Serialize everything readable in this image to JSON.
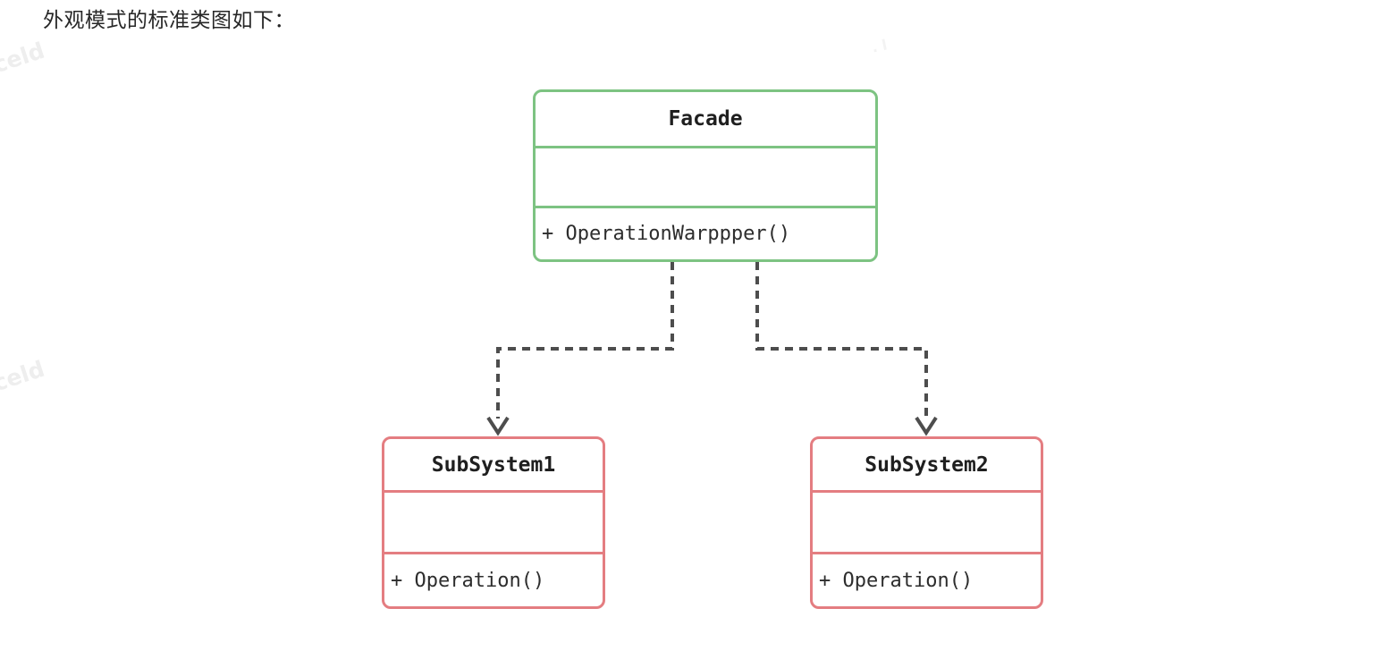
{
  "page": {
    "title": "外观模式的标准类图如下："
  },
  "watermarks": [
    {
      "text": "celd"
    },
    {
      "text": "celd"
    },
    {
      "text": ". l"
    }
  ],
  "diagram": {
    "type": "uml-class-diagram",
    "pattern": "Facade",
    "arrow_color": "#4d4d4d",
    "classes": [
      {
        "name": "Facade",
        "attributes": "",
        "methods": "+ OperationWarppper()",
        "border_color": "#7dc382"
      },
      {
        "name": "SubSystem1",
        "attributes": "",
        "methods": "+ Operation()",
        "border_color": "#e47d81"
      },
      {
        "name": "SubSystem2",
        "attributes": "",
        "methods": "+ Operation()",
        "border_color": "#e47d81"
      }
    ],
    "relations": [
      {
        "from": "Facade",
        "to": "SubSystem1",
        "type": "dashed-dependency-arrow"
      },
      {
        "from": "Facade",
        "to": "SubSystem2",
        "type": "dashed-dependency-arrow"
      }
    ]
  }
}
